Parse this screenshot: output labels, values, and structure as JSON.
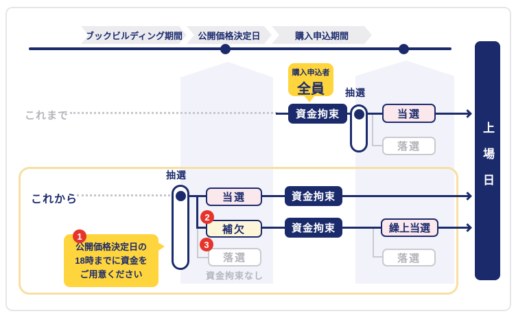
{
  "colors": {
    "navy": "#1b2a6b",
    "red": "#e6342b",
    "yellow": "#ffd53d",
    "pink": "#fbe8ec",
    "cream": "#fdf6d8",
    "gray_text": "#b4b4bc",
    "gray_border": "#c9c9d0",
    "band": "#f2f3fa",
    "frame_yellow": "#f7dfa3"
  },
  "timeline": {
    "phases": [
      "ブックビルディング期間",
      "公開価格決定日",
      "購入申込期間"
    ]
  },
  "applicants_bubble": {
    "line1": "購入申込者",
    "line2": "全員"
  },
  "before": {
    "label": "これまで",
    "funds_locked": "資金拘束",
    "lottery": "抽選",
    "win": "当選",
    "lose": "落選"
  },
  "after": {
    "label": "これから",
    "lottery": "抽選",
    "win": "当選",
    "win_funds_locked": "資金拘束",
    "alternate": "補欠",
    "alternate_funds_locked": "資金拘束",
    "promoted_win": "繰上当選",
    "promoted_lose": "落選",
    "lose": "落選",
    "lose_note": "資金拘束なし"
  },
  "badges": {
    "one": "1",
    "two": "2",
    "three": "3"
  },
  "note": {
    "line1": "公開価格決定日の",
    "line2": "18時までに資金を",
    "line3": "ご用意ください"
  },
  "listing": {
    "label": "上場日"
  }
}
